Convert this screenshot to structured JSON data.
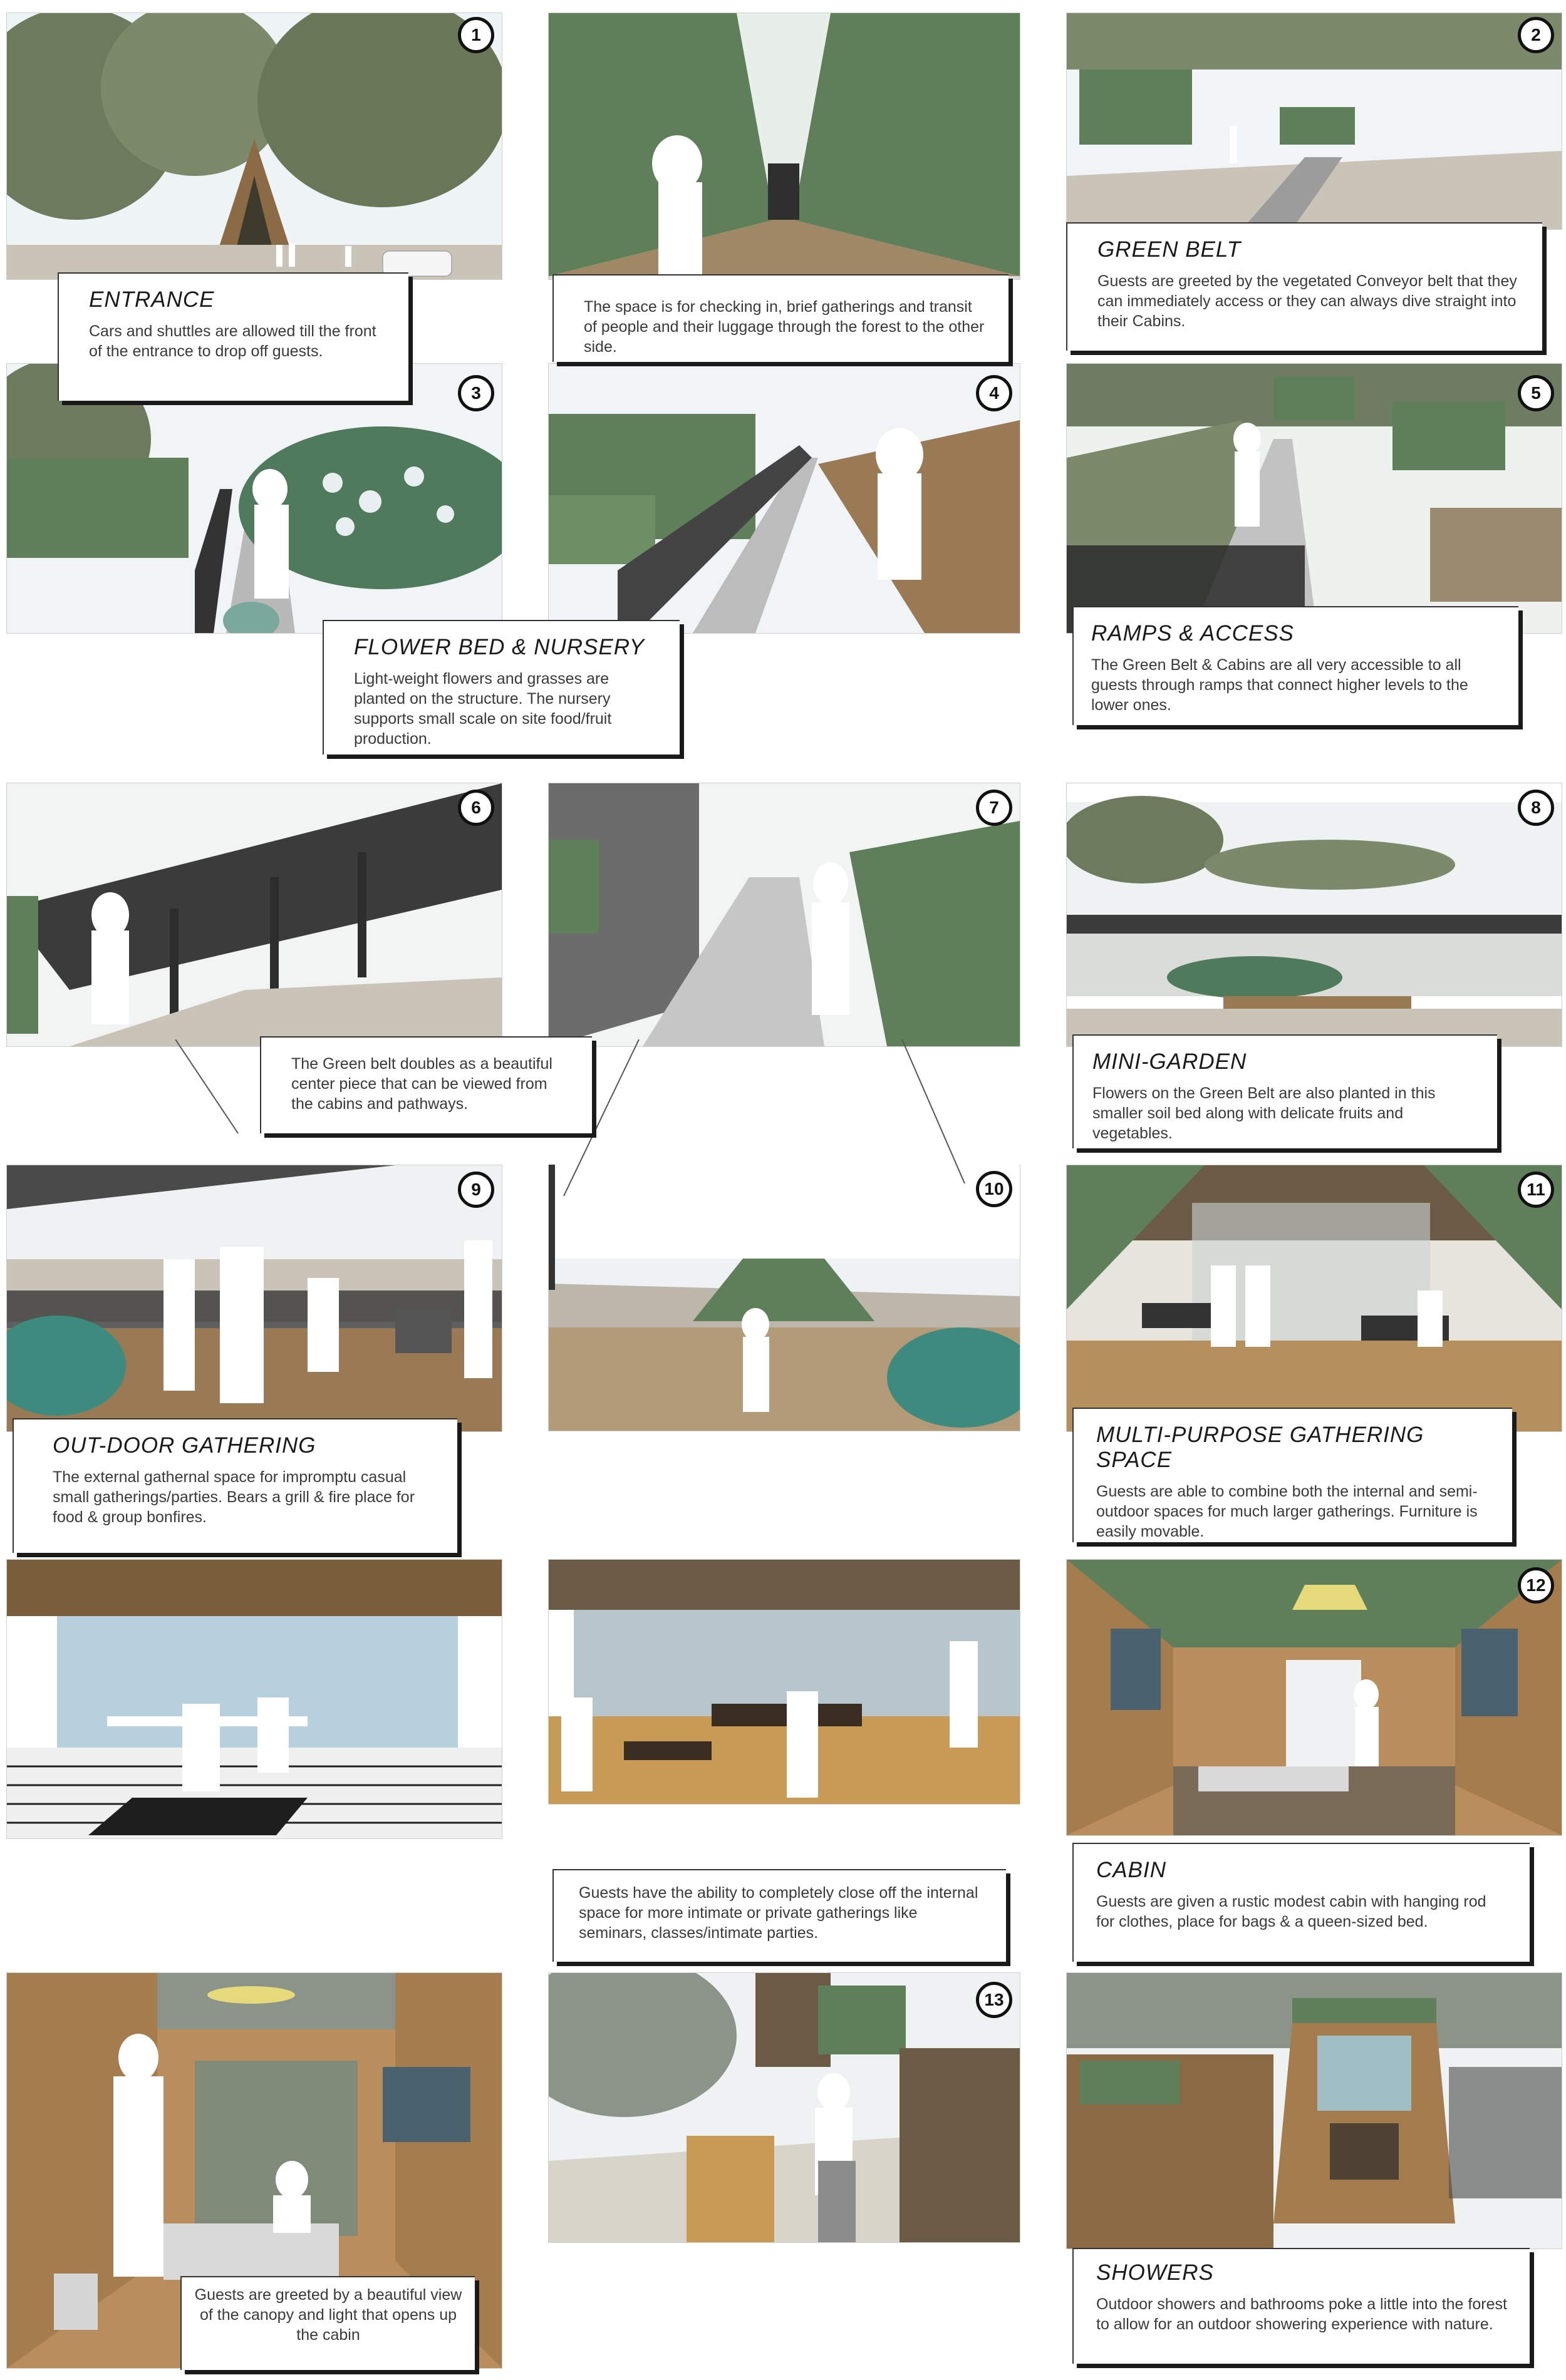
{
  "badges": [
    "1",
    "2",
    "3",
    "4",
    "5",
    "6",
    "7",
    "8",
    "9",
    "10",
    "11",
    "12",
    "13"
  ],
  "captions": {
    "entrance": {
      "title": "ENTRANCE",
      "text": "Cars and shuttles are allowed till the front of the entrance to drop off guests."
    },
    "checkin": {
      "text": "The space is for checking in, brief gatherings and transit of people and their luggage through the forest to the other side."
    },
    "green_belt": {
      "title": "GREEN BELT",
      "text": "Guests are greeted by the vegetated Conveyor belt that they can immediately access or they can always dive straight into their Cabins."
    },
    "flower_bed": {
      "title": "FLOWER BED & NURSERY",
      "text": "Light-weight flowers and grasses are planted on the structure. The nursery supports small scale on site food/fruit production."
    },
    "ramps": {
      "title": "RAMPS & ACCESS",
      "text": "The Green Belt & Cabins are all very accessible to all guests through ramps that connect higher levels to the lower ones."
    },
    "centerpiece": {
      "text": "The Green belt doubles as a beautiful center piece that can be viewed from the cabins and pathways."
    },
    "mini_garden": {
      "title": "MINI-GARDEN",
      "text": "Flowers on the Green Belt are also planted in this smaller soil bed along with delicate fruits and vegetables."
    },
    "outdoor": {
      "title": "OUT-DOOR GATHERING",
      "text": "The external gathernal space for impromptu casual small gatherings/parties. Bears a grill & fire place for food & group bonfires."
    },
    "multipurpose": {
      "title": "MULTI-PURPOSE GATHERING SPACE",
      "text": "Guests are able to combine both the internal and semi-outdoor spaces for much larger gatherings. Furniture is easily movable."
    },
    "private": {
      "text": "Guests have the ability to completely close off the internal space for more intimate or private gatherings like seminars, classes/intimate parties."
    },
    "cabin": {
      "title": "CABIN",
      "text": "Guests are given a rustic modest cabin with hanging rod for clothes, place for bags & a queen-sized bed."
    },
    "view": {
      "text": "Guests are greeted by a beautiful view of the canopy and light that opens up the cabin"
    },
    "showers": {
      "title": "SHOWERS",
      "text": "Outdoor showers and bathrooms poke a little into the forest to allow for an outdoor showering experience with nature."
    }
  },
  "colors": {
    "cabin_green": "#5e7f5a",
    "wood": "#9a7a55",
    "sky": "#eef3f6",
    "tree": "#6d7a5e",
    "flower": "#3d8a7e",
    "ground": "#c9c3b8",
    "silhouette": "#ffffff"
  }
}
